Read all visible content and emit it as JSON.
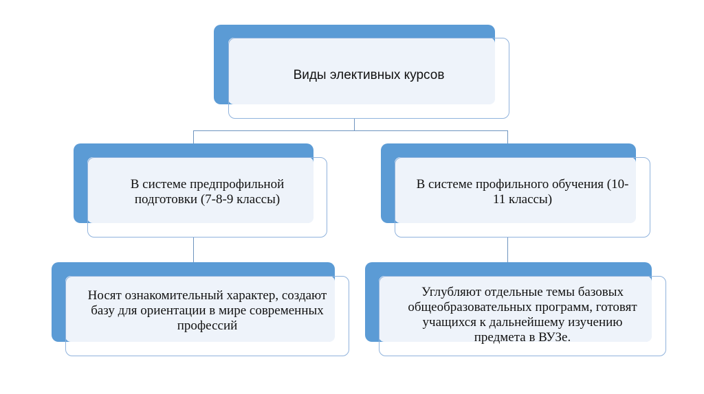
{
  "root": {
    "label": "Виды элективных курсов"
  },
  "level1": [
    {
      "label": "В системе предпрофильной подготовки (7-8-9 классы)"
    },
    {
      "label": "В системе профильного обучения (10-11 классы)"
    }
  ],
  "level2": [
    {
      "label": "Носят ознакомительный характер, создают базу для ориентации в мире современных профессий"
    },
    {
      "label": "Углубляют отдельные темы базовых общеобразовательных программ, готовят учащихся к дальнейшему изучению предмета в ВУЗе."
    }
  ],
  "colors": {
    "accent": "#5b9bd5",
    "fill": "#eef3fa",
    "border": "#8fb2dc"
  }
}
